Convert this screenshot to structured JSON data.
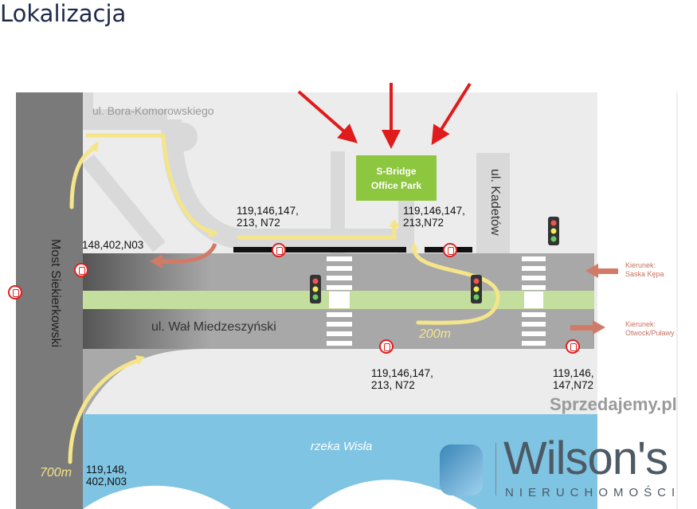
{
  "title": "Lokalizacja",
  "map": {
    "streets": {
      "bora": "ul. Bora-Komorowskiego",
      "most": "Most Siekierkowski",
      "kadetow": "ul. Kadetów",
      "wal": "ul. Wał Miedzeszyński",
      "river": "rzeka Wisła"
    },
    "office": {
      "line1": "S-Bridge",
      "line2": "Office Park",
      "color": "#8dc63f"
    },
    "bus_lines": {
      "left": "148,402,N03",
      "top_center": "119,146,147,\n213, N72",
      "top_right": "119,146,147,\n213,N72",
      "bottom_center": "119,146,147,\n213, N72",
      "bottom_right": "119,146,\n147,N72",
      "bottom_left": "119,148,\n402,N03"
    },
    "distances": {
      "d200": "200m",
      "d700": "700m"
    },
    "directions": {
      "east_in": "Kierunek:\nSaska Kępa",
      "east_out": "Kierunek:\nOtwock/Puławy"
    },
    "logo": {
      "brand": "Wilson's",
      "sub": "NIERUCHOMOŚCI",
      "watermark": "Sprzedajemy.pl"
    },
    "colors": {
      "road": "#a9a9a9",
      "green_strip": "#c4de9e",
      "river": "#7fc4e2",
      "route": "#f5e58a",
      "arrow": "#d27a68",
      "pointer": "#e01b1b"
    }
  }
}
